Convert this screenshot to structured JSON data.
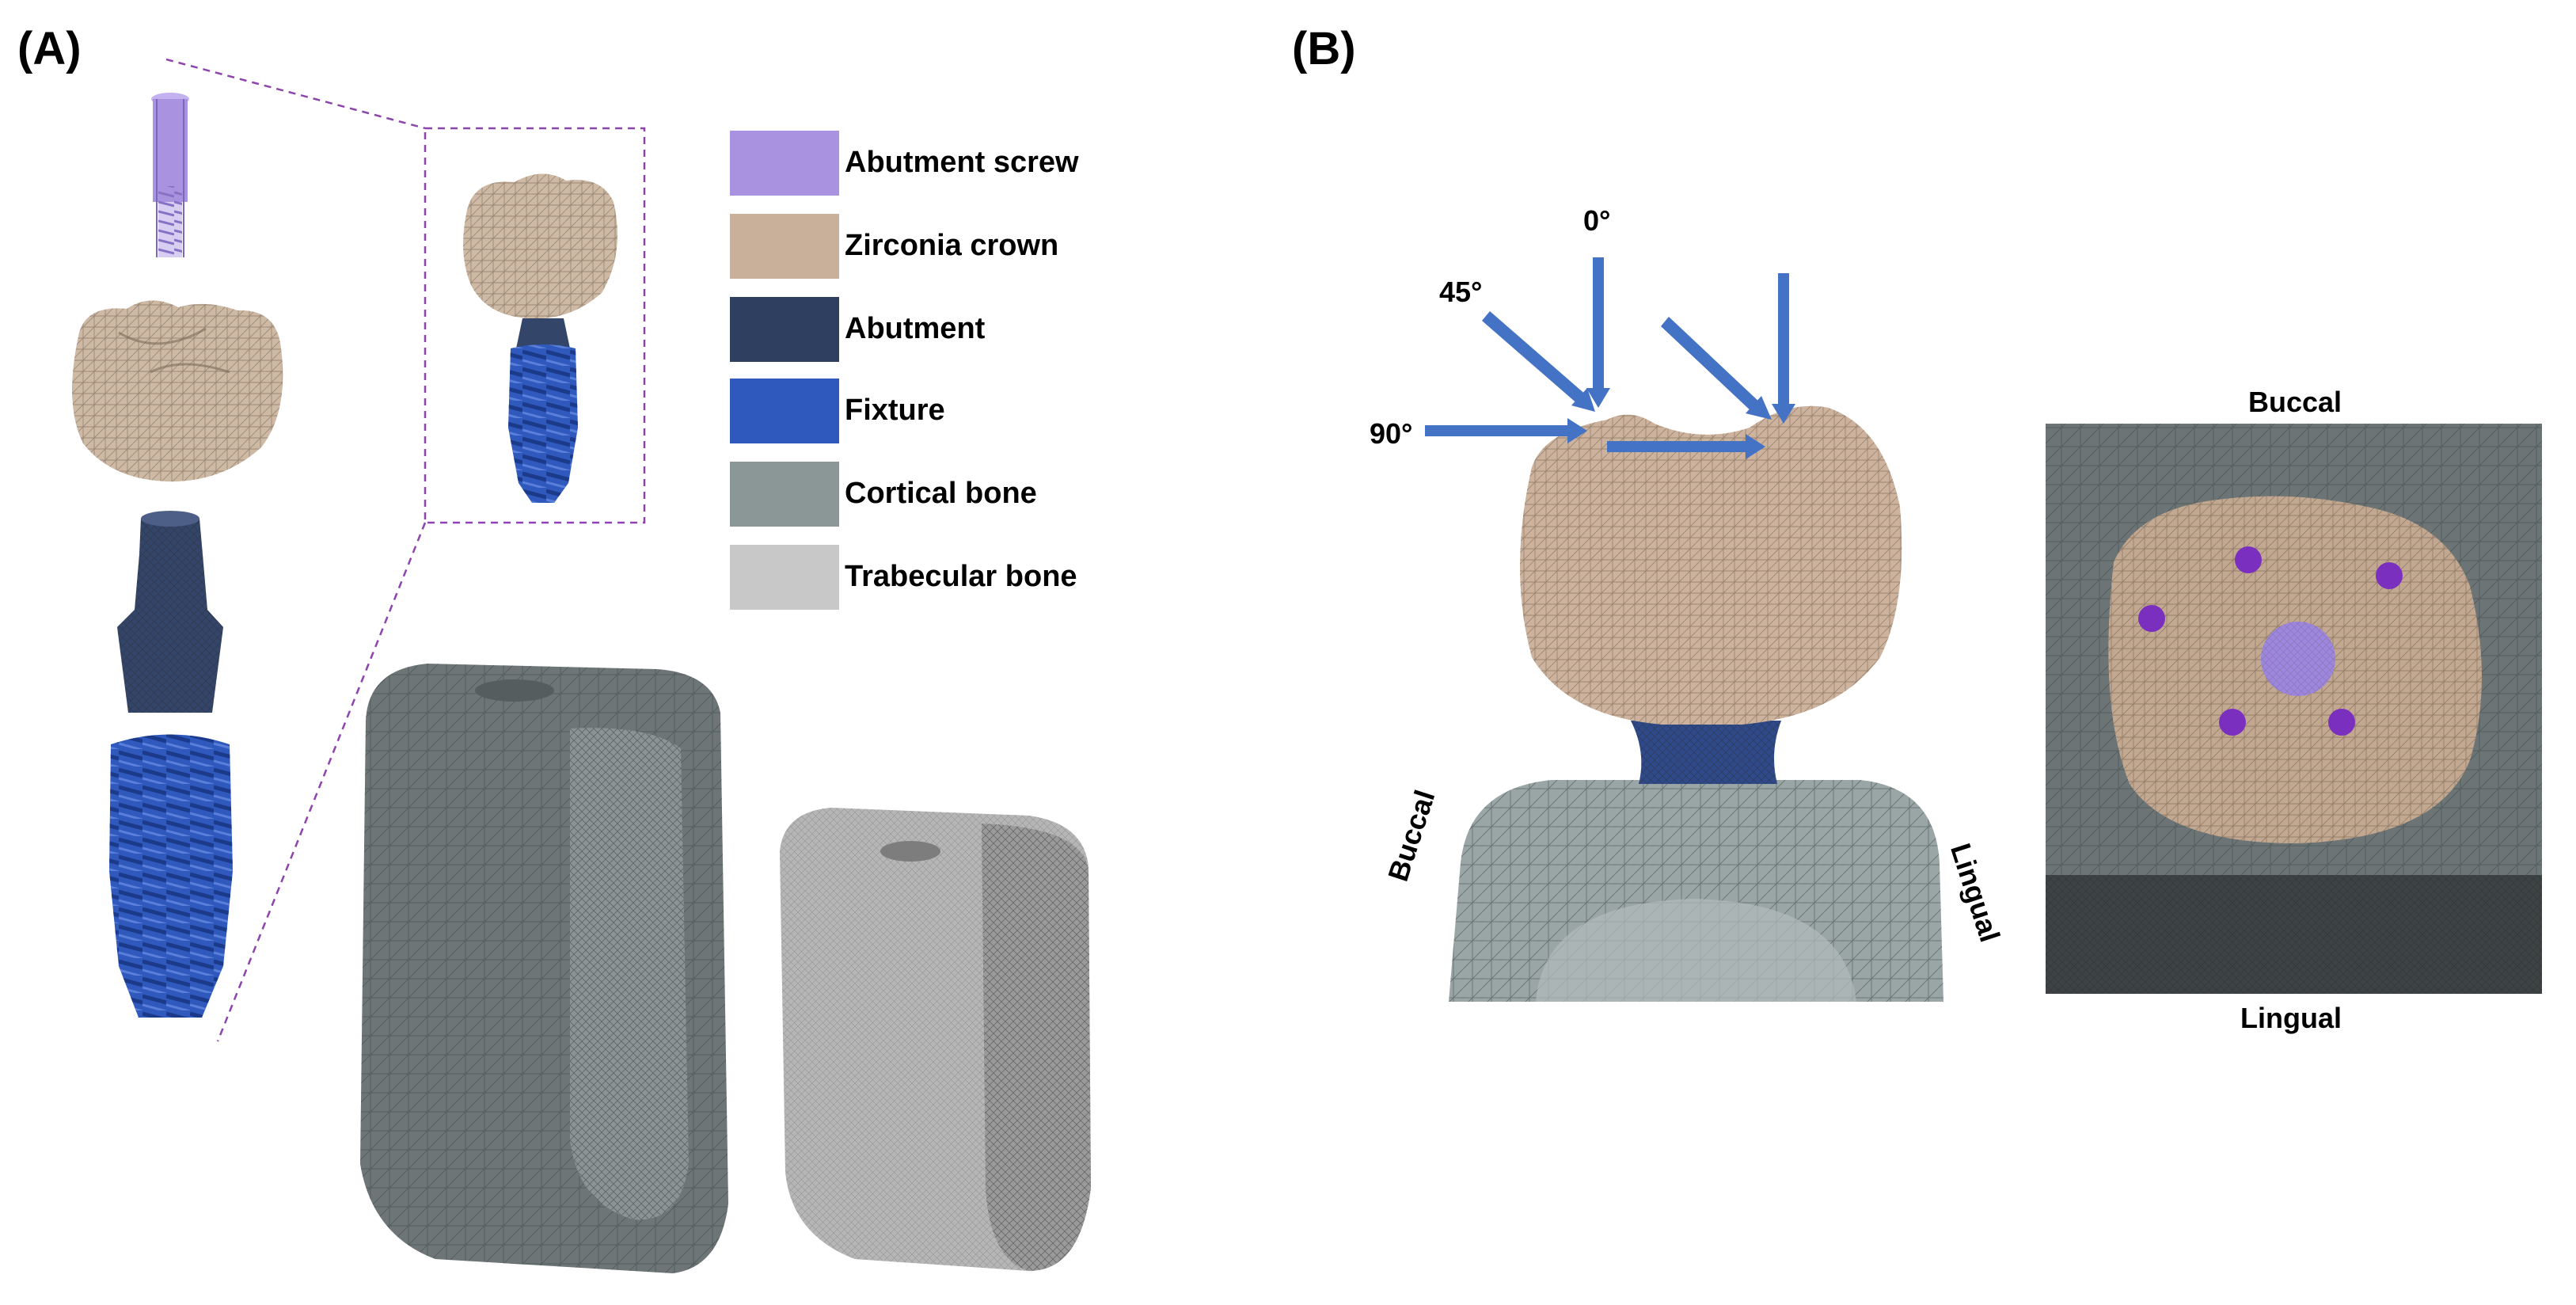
{
  "panels": {
    "a_label": "(A)",
    "b_label": "(B)"
  },
  "legend": [
    {
      "label": "Abutment screw",
      "color": "#a993e0"
    },
    {
      "label": "Zirconia crown",
      "color": "#c8b09a"
    },
    {
      "label": "Abutment",
      "color": "#2f3f60"
    },
    {
      "label": "Fixture",
      "color": "#2f59bd"
    },
    {
      "label": "Cortical bone",
      "color": "#8b9697"
    },
    {
      "label": "Trabecular bone",
      "color": "#c8c8c8"
    }
  ],
  "load_angles": [
    "0°",
    "45°",
    "90°"
  ],
  "side_view": {
    "left_label": "Buccal",
    "right_label": "Lingual"
  },
  "top_view": {
    "top_label": "Buccal",
    "bottom_label": "Lingual"
  },
  "colors": {
    "arrow": "#4472c4",
    "contact_point": "#7b2fbf",
    "guide_line": "#8e44ad"
  }
}
